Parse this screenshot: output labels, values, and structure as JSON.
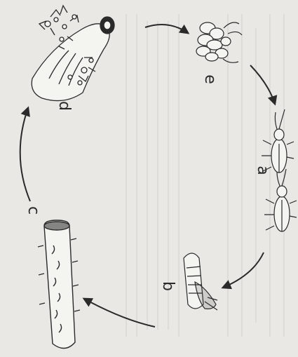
{
  "stages": [
    {
      "id": "e",
      "label": "e"
    },
    {
      "id": "a",
      "label": "a"
    },
    {
      "id": "b",
      "label": "b"
    },
    {
      "id": "c",
      "label": "c"
    },
    {
      "id": "d",
      "label": "d"
    }
  ],
  "colors": {
    "background": "#e9e8e4",
    "line": "#2a2a2a",
    "fill": "#f4f4f1",
    "bleed_text": "#d6d5d1"
  }
}
